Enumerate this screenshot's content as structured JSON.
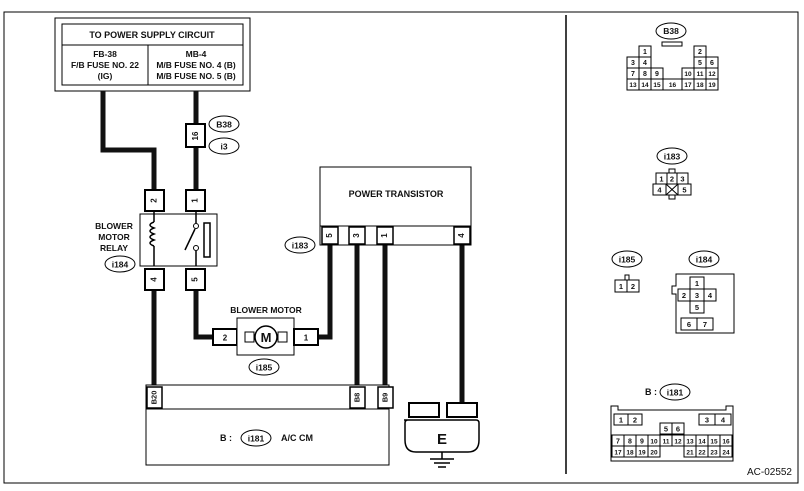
{
  "power_supply": {
    "title": "TO POWER SUPPLY CIRCUIT",
    "left": [
      "FB-38",
      "F/B FUSE NO. 22",
      "(IG)"
    ],
    "right": [
      "MB-4",
      "M/B FUSE NO. 4 (B)",
      "M/B FUSE NO. 5 (B)"
    ]
  },
  "labels": {
    "power_transistor": "POWER TRANSISTOR",
    "relay": [
      "BLOWER",
      "MOTOR",
      "RELAY"
    ],
    "blower_motor": "BLOWER MOTOR",
    "motor_symbol": "M",
    "acm_prefix": "B :",
    "acm_name": "A/C CM",
    "ground": "E",
    "figure_id": "AC-02552",
    "b181_prefix": "B :"
  },
  "connectors": {
    "b38": "B38",
    "i3": "i3",
    "i184": "i184",
    "i183": "i183",
    "i185": "i185",
    "i181": "i181"
  },
  "pins": {
    "fuse_in": "16",
    "relay_top_left": "2",
    "relay_top_right": "1",
    "relay_bot_left": "4",
    "relay_bot_right": "5",
    "motor_left": "2",
    "motor_right": "1",
    "pt": [
      "5",
      "3",
      "1",
      "4"
    ],
    "acm": [
      "B20",
      "B8",
      "B9"
    ]
  },
  "pinouts": {
    "b38": {
      "row1": [
        "1",
        "2"
      ],
      "row2": [
        "3",
        "4",
        "5",
        "6"
      ],
      "row3": [
        "7",
        "8",
        "9",
        "10",
        "11",
        "12"
      ],
      "row4": [
        "13",
        "14",
        "15",
        "16",
        "17",
        "18",
        "19"
      ]
    },
    "i183": {
      "row1": [
        "1",
        "2",
        "3"
      ],
      "row2": [
        "4",
        "5"
      ]
    },
    "i185": [
      "1",
      "2"
    ],
    "i184": {
      "row1": [
        "1"
      ],
      "row2": [
        "2",
        "3",
        "4"
      ],
      "row3": [
        "5"
      ],
      "row4": [
        "6",
        "7"
      ]
    },
    "b181": {
      "row1a": [
        "1",
        "2"
      ],
      "row1b": [
        "3",
        "4"
      ],
      "row2": [
        "5",
        "6"
      ],
      "row3": [
        "7",
        "8",
        "9",
        "10",
        "11",
        "12",
        "13",
        "14",
        "15",
        "16"
      ],
      "row4a": [
        "17",
        "18",
        "19",
        "20"
      ],
      "row4b": [
        "21",
        "22",
        "23",
        "24"
      ]
    }
  }
}
